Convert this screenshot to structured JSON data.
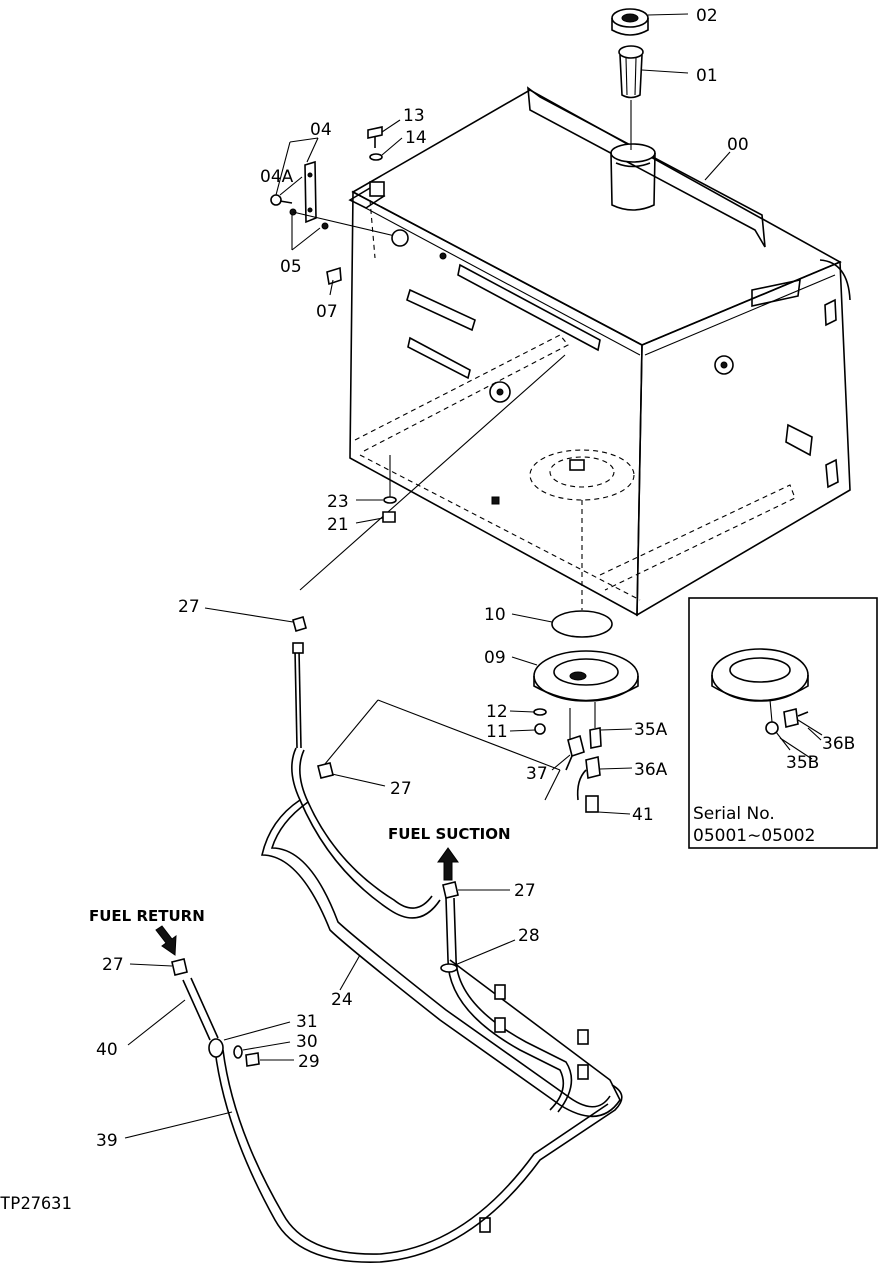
{
  "figure_id": "TP27631",
  "flow_labels": {
    "suction": "FUEL SUCTION",
    "return": "FUEL RETURN"
  },
  "inset": {
    "serial_label": "Serial No.",
    "serial_range": "05001∼05002"
  },
  "callouts": {
    "c00": "00",
    "c01": "01",
    "c02": "02",
    "c04": "04",
    "c04a": "04A",
    "c05": "05",
    "c07": "07",
    "c09": "09",
    "c10": "10",
    "c11": "11",
    "c12": "12",
    "c13": "13",
    "c14": "14",
    "c21": "21",
    "c23": "23",
    "c24": "24",
    "c27a": "27",
    "c27b": "27",
    "c27c": "27",
    "c27d": "27",
    "c28": "28",
    "c29": "29",
    "c30": "30",
    "c31": "31",
    "c35a": "35A",
    "c35b": "35B",
    "c36a": "36A",
    "c36b": "36B",
    "c37": "37",
    "c39": "39",
    "c40": "40",
    "c41": "41"
  }
}
